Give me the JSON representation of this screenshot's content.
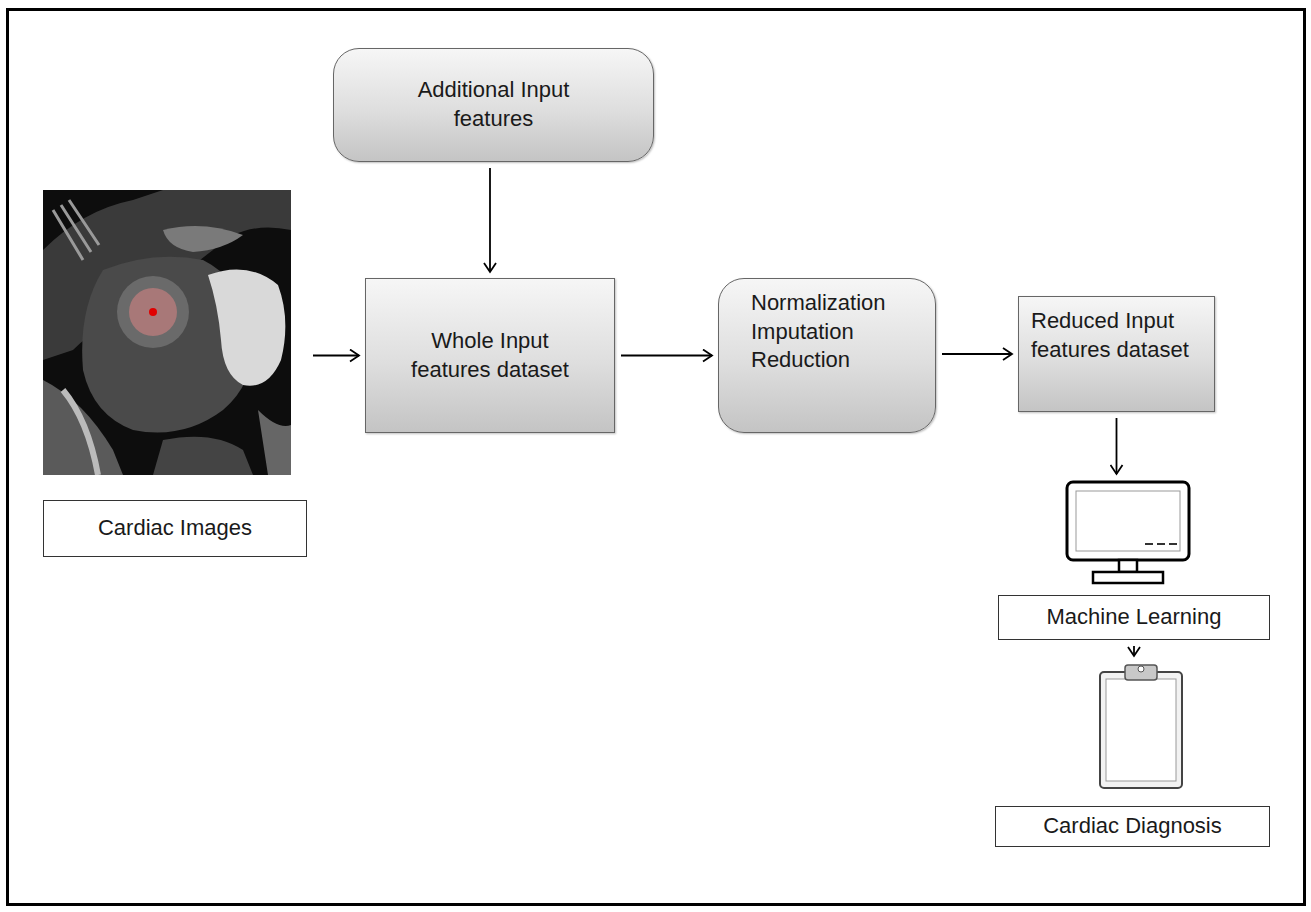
{
  "diagram": {
    "nodes": [
      {
        "text": [
          "Additional Input features"
        ]
      },
      {
        "text": [
          "Cardiac Images"
        ]
      },
      {
        "text": [
          "Whole Input features dataset"
        ]
      },
      {
        "text": [
          "Normalization Imputation Reduction"
        ]
      },
      {
        "text": [
          "Reduced Input features dataset"
        ]
      },
      {
        "text": [
          "Machine Learning"
        ]
      },
      {
        "text": [
          "Cardiac Diagnosis"
        ]
      }
    ],
    "edges": [
      {
        "from": 0,
        "to": 2,
        "arrow": "to"
      },
      {
        "from": 1,
        "to": 2,
        "arrow": "to"
      },
      {
        "from": 2,
        "to": 3,
        "arrow": "to"
      },
      {
        "from": 3,
        "to": 4,
        "arrow": "to"
      },
      {
        "from": 4,
        "to": 5,
        "arrow": "to"
      },
      {
        "from": 5,
        "to": 6,
        "arrow": "to"
      }
    ]
  }
}
